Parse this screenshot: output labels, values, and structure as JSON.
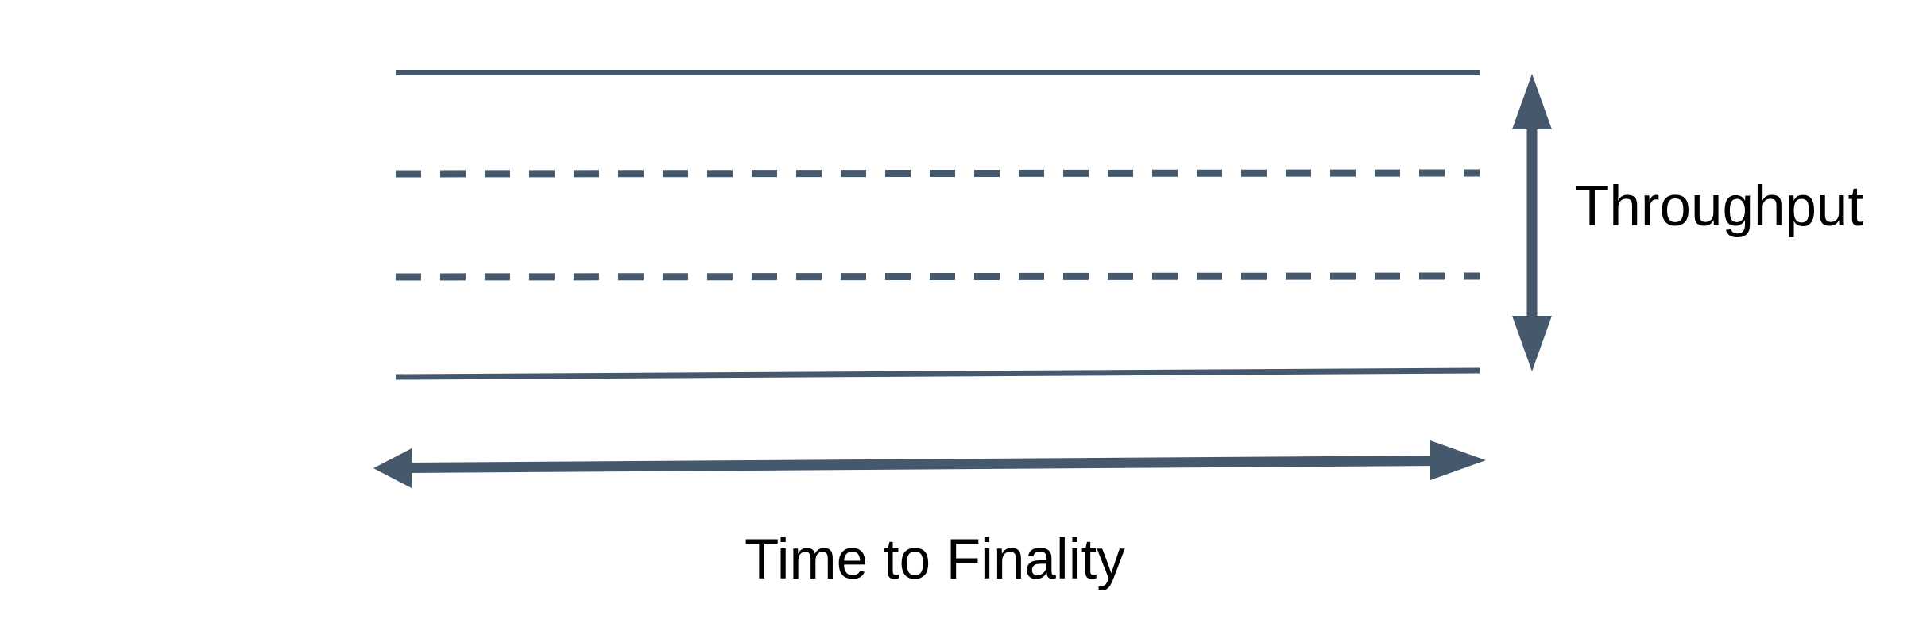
{
  "diagram": {
    "title": "",
    "labels": {
      "throughput": "Throughput",
      "time_to_finality": "Time to Finality"
    },
    "colors": {
      "line": "#46586C",
      "text": "#000000"
    },
    "elements": {
      "solid_lane_lines": 2,
      "dashed_lane_lines": 2,
      "vertical_axis_arrow": "double-headed, spans lane band height, labeled Throughput",
      "horizontal_axis_arrow": "double-headed, spans lane band width, labeled Time to Finality"
    }
  }
}
